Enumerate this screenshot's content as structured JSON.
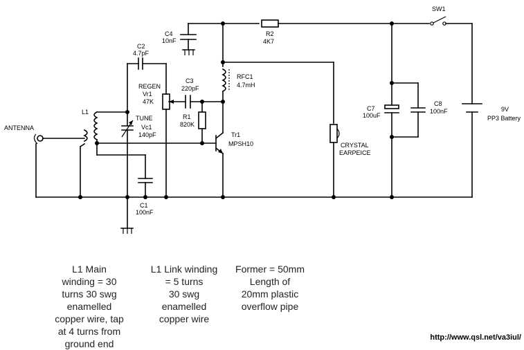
{
  "labels": {
    "sw1": "SW1",
    "c4_name": "C4",
    "c4_value": "10nF",
    "r2_name": "R2",
    "r2_value": "4K7",
    "c2_name": "C2",
    "c2_value": "4.7pF",
    "rfc1_name": "RFC1",
    "rfc1_value": "4.7mH",
    "c3_name": "C3",
    "c3_value": "220pF",
    "regen_name": "REGEN",
    "vr1_name": "Vr1",
    "vr1_value": "47K",
    "l1_name": "L1",
    "tune_name": "TUNE",
    "vc1_name": "Vc1",
    "vc1_value": "140pF",
    "r1_name": "R1",
    "r1_value": "820K",
    "tr1_name": "Tr1",
    "tr1_value": "MPSH10",
    "antenna": "ANTENNA",
    "earpiece_line1": "CRYSTAL",
    "earpiece_line2": "EARPEICE",
    "c7_name": "C7",
    "c7_value": "100uF",
    "c8_name": "C8",
    "c8_value": "100nF",
    "battery_voltage": "9V",
    "battery_type": "PP3 Battery",
    "c1_name": "C1",
    "c1_value": "100nF"
  },
  "notes": {
    "l1_main": "L1 Main\nwinding = 30\nturns 30 swg\nenamelled\ncopper wire, tap\nat 4 turns from\nground end",
    "l1_link": "L1 Link winding\n= 5 turns\n30 swg\nenamelled\ncopper wire",
    "former": "Former = 50mm\nLength of\n20mm plastic\noverflow pipe"
  },
  "url": "http://www.qsl.net/va3iul/"
}
